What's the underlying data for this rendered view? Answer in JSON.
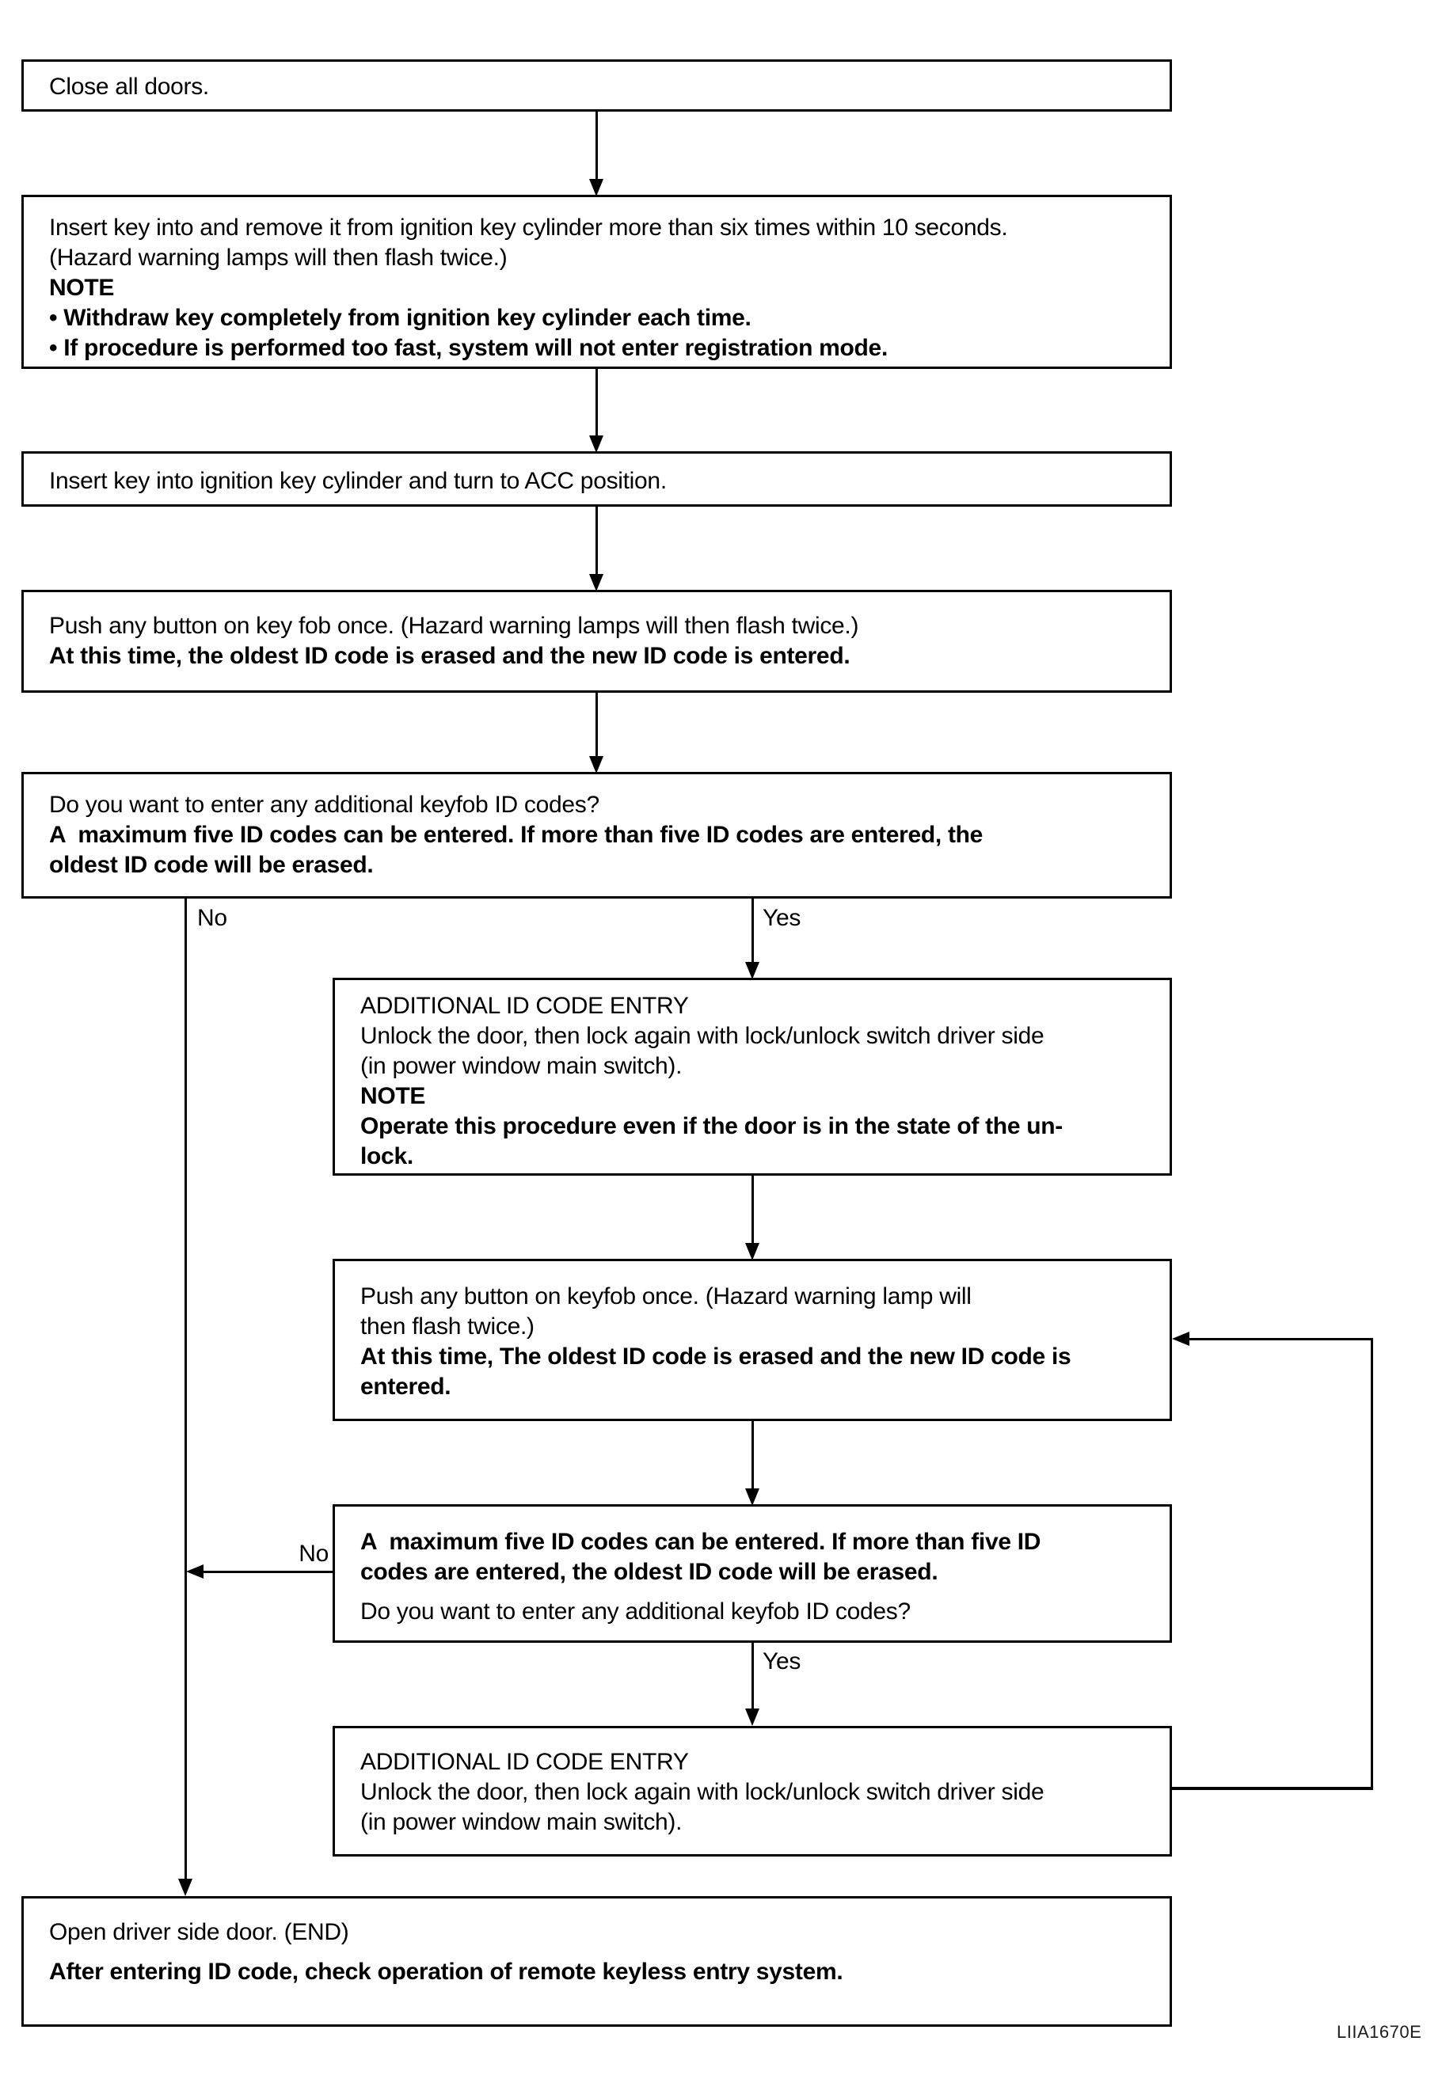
{
  "figure": {
    "code": "LIIA1670E"
  },
  "flowchart": {
    "branch_labels": {
      "no1": "No",
      "yes1": "Yes",
      "no2": "No",
      "yes2": "Yes"
    },
    "boxes": {
      "close_all_doors": {
        "l1": "Close all doors."
      },
      "insert_remove_key": {
        "l1": "Insert key into and remove it from ignition key cylinder more than six times within 10 seconds.",
        "l2": "(Hazard warning lamps will then flash twice.)",
        "note": "NOTE",
        "b1": "• Withdraw key completely from ignition key cylinder each time.",
        "b2": "• If procedure is performed too fast, system will not enter registration mode."
      },
      "turn_to_acc": {
        "l1": "Insert key into ignition key cylinder and turn to ACC position."
      },
      "push_keyfob_first": {
        "l1": "Push any button on key fob once. (Hazard warning lamps will then flash twice.)",
        "b1": "At this time, the oldest ID code is erased and the new ID code is entered."
      },
      "additional_question_first": {
        "l1": "Do you want to enter any additional keyfob ID codes?",
        "b1": "A  maximum five ID codes can be entered. If more than five ID codes are entered, the",
        "b2": "oldest ID code will be erased."
      },
      "additional_entry_first": {
        "l1": "ADDITIONAL ID CODE ENTRY",
        "l2": "Unlock the door, then lock again with lock/unlock switch driver side",
        "l3": "(in power window main switch).",
        "note": "NOTE",
        "b1": "Operate this procedure even if the door is in the state of the un-",
        "b2": "lock."
      },
      "push_keyfob_loop": {
        "l1": "Push any button on keyfob once. (Hazard warning lamp will",
        "l2": "then flash twice.)",
        "b1": "At this time, The oldest ID code is erased and the new ID code is",
        "b2": "entered."
      },
      "additional_question_loop": {
        "b1": "A  maximum five ID codes can be entered. If more than five ID",
        "b2": "codes are entered, the oldest ID code will be erased.",
        "l1": "Do you want to enter any additional keyfob ID codes?"
      },
      "additional_entry_loop": {
        "l1": "ADDITIONAL ID CODE ENTRY",
        "l2": "Unlock the door, then lock again with lock/unlock switch driver side",
        "l3": "(in power window main switch)."
      },
      "open_door_end": {
        "l1": "Open driver side door. (END)",
        "b1": "After entering ID code, check operation of remote keyless entry system."
      }
    }
  }
}
